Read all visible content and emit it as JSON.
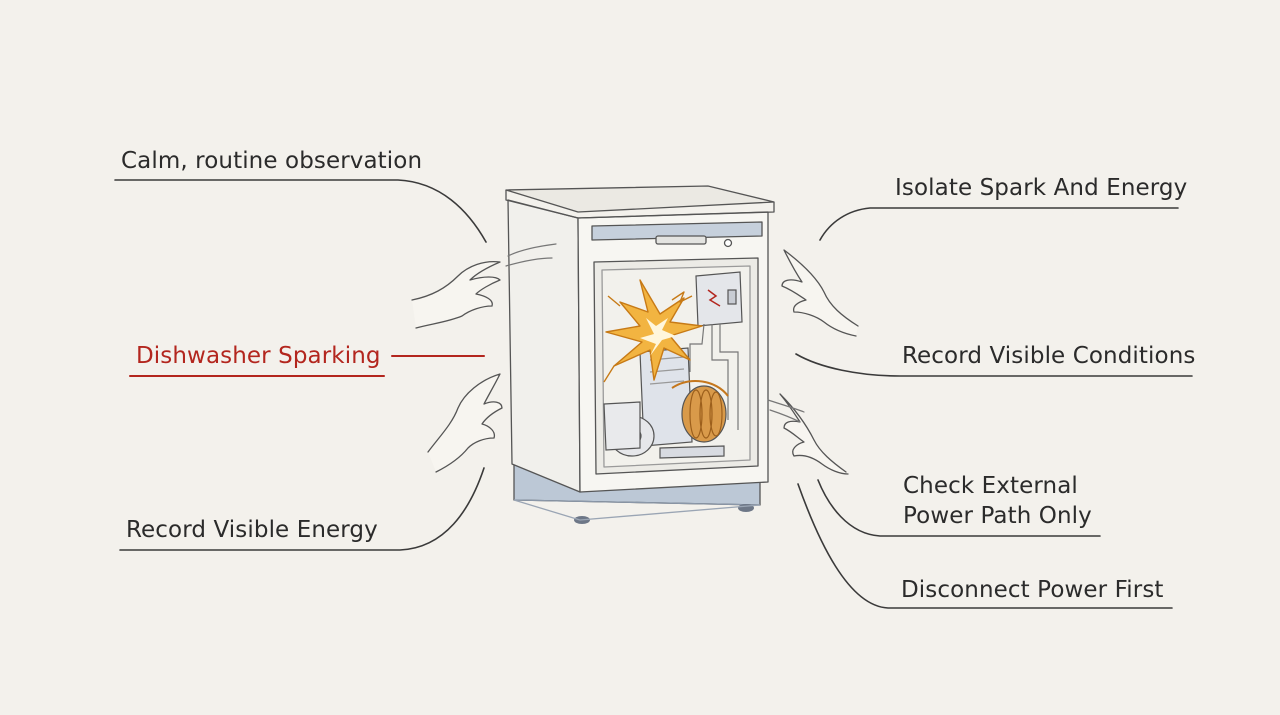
{
  "labels": {
    "calm": "Calm, routine observation",
    "isolate": "Isolate Spark And Energy",
    "sparking": "Dishwasher Sparking",
    "conditions": "Record Visible Conditions",
    "energy": "Record Visible Energy",
    "check_line1": "Check External",
    "check_line2": "Power Path Only",
    "disconnect": "Disconnect Power First"
  },
  "colors": {
    "background": "#f3f1ec",
    "ink": "#2b2b2b",
    "highlight": "#b3261e",
    "spark": "#f2b441",
    "coil": "#d99a4a",
    "base": "#bcc8d6"
  }
}
